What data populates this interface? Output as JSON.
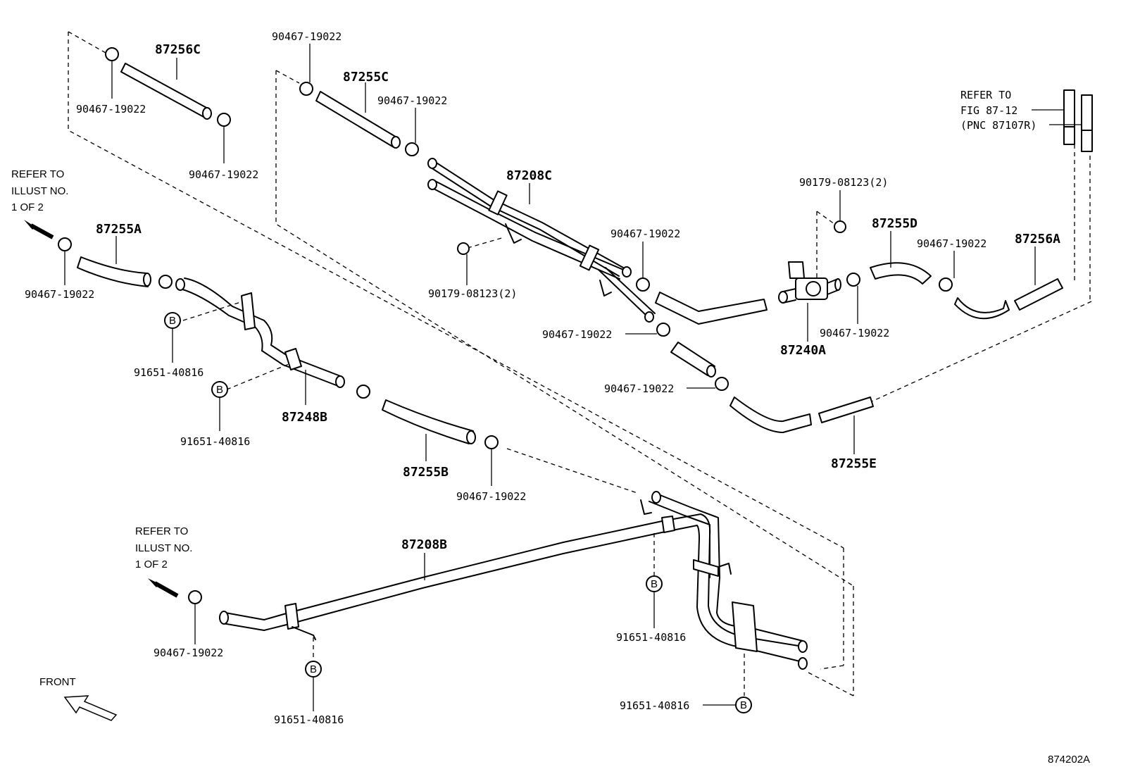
{
  "parts": {
    "p87256C": "87256C",
    "p87255C": "87255C",
    "p87208C": "87208C",
    "p87255A": "87255A",
    "p87248B": "87248B",
    "p87255B": "87255B",
    "p87255D": "87255D",
    "p87256A": "87256A",
    "p87240A": "87240A",
    "p87255E": "87255E",
    "p87208B": "87208B"
  },
  "clamp_part": "90467-19022",
  "grommet_part": "90179-08123(2)",
  "bolt_part": "91651-40816",
  "callout_letter": "B",
  "refer_illust": {
    "line1": "REFER TO",
    "line2": "ILLUST NO.",
    "line3": "1 OF 2"
  },
  "refer_fig": {
    "line1": "REFER TO",
    "line2": "FIG 87-12",
    "line3": "(PNC 87107R)"
  },
  "front_label": "FRONT",
  "diagram_id": "874202A"
}
